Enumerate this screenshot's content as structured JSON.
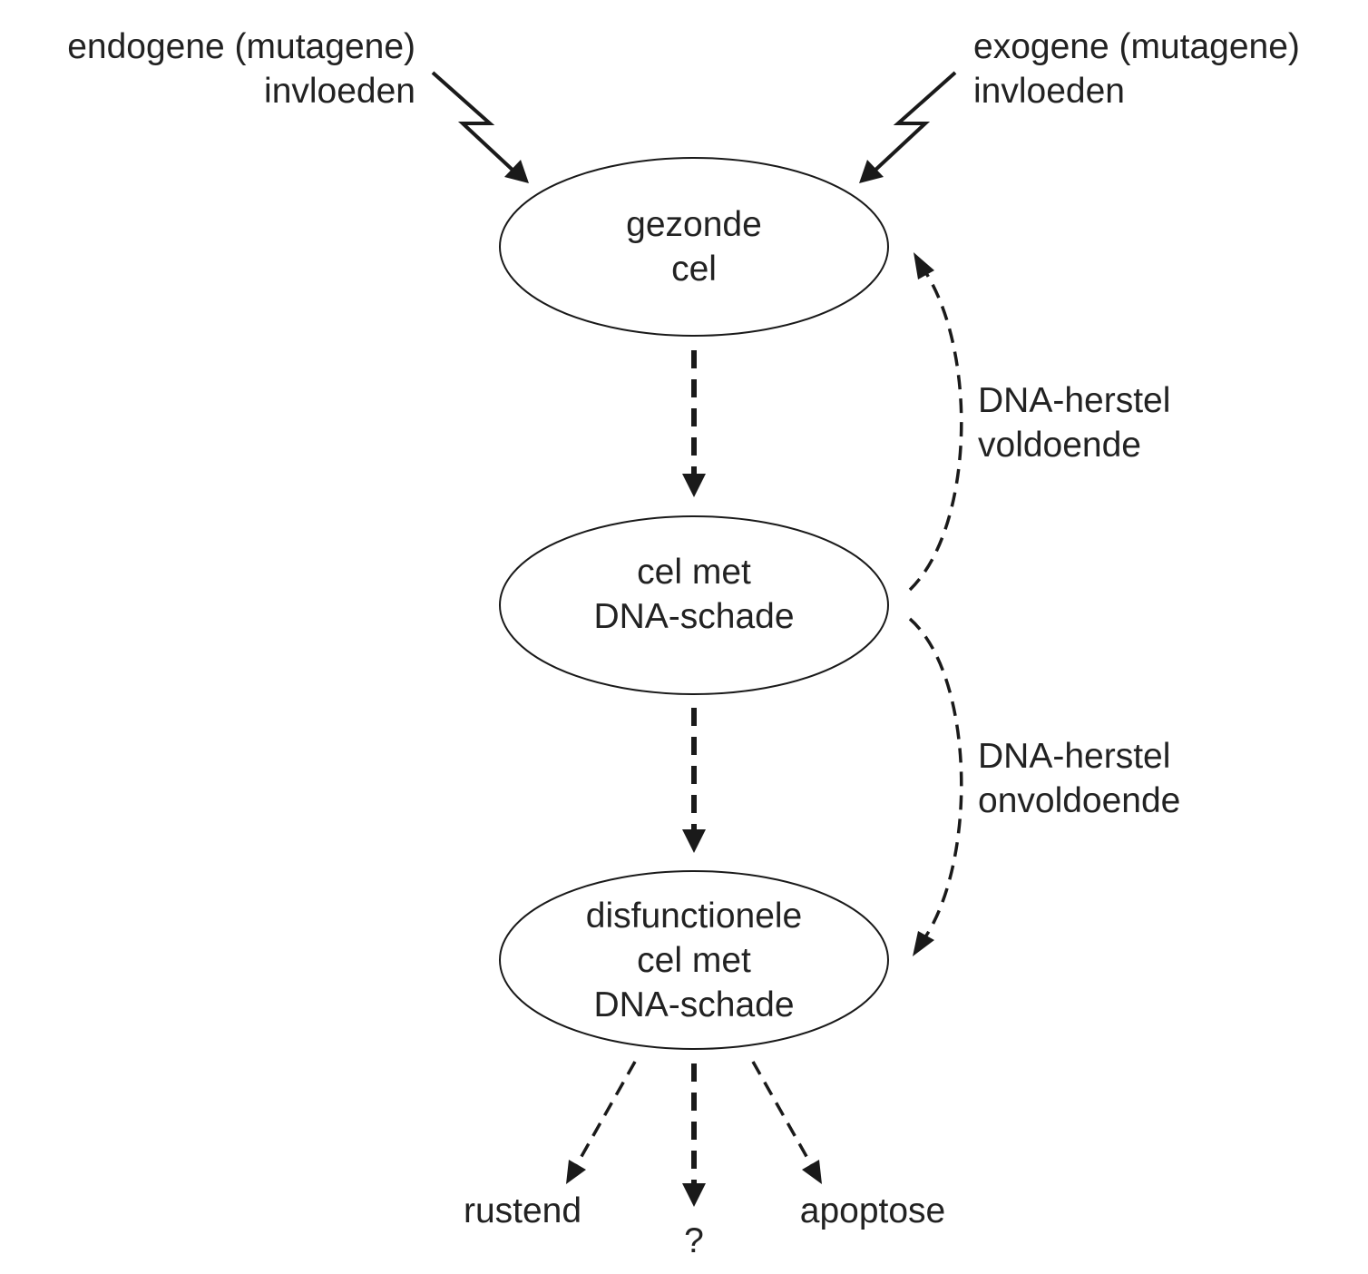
{
  "inputs": {
    "endogenous": {
      "line1": "endogene (mutagene)",
      "line2": "invloeden"
    },
    "exogenous": {
      "line1": "exogene (mutagene)",
      "line2": "invloeden"
    }
  },
  "nodes": {
    "healthy": {
      "line1": "gezonde",
      "line2": "cel"
    },
    "damaged": {
      "line1": "cel met",
      "line2": "DNA-schade"
    },
    "dysfunctional": {
      "line1": "disfunctionele",
      "line2": "cel met",
      "line3": "DNA-schade"
    }
  },
  "repair": {
    "sufficient": {
      "line1": "DNA-herstel",
      "line2": "voldoende"
    },
    "insufficient": {
      "line1": "DNA-herstel",
      "line2": "onvoldoende"
    }
  },
  "outcomes": {
    "resting": "rustend",
    "unknown": "?",
    "apoptosis": "apoptose"
  },
  "colors": {
    "stroke": "#1a1a1a",
    "text": "#222222",
    "background": "#ffffff"
  }
}
